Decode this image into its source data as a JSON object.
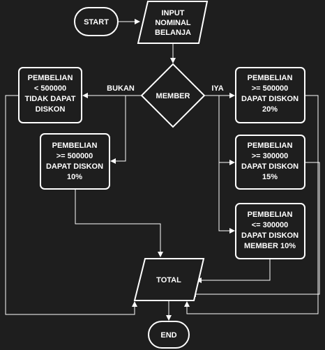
{
  "diagram": {
    "nodes": {
      "start": "START",
      "input": [
        "INPUT",
        "NOMINAL",
        "BELANJA"
      ],
      "member": "MEMBER",
      "non_member_low": [
        "PEMBELIAN",
        "< 500000",
        "TIDAK DAPAT",
        "DISKON"
      ],
      "non_member_high": [
        "PEMBELIAN",
        ">= 500000",
        "DAPAT DISKON",
        "10%"
      ],
      "member_20": [
        "PEMBELIAN",
        ">= 500000",
        "DAPAT DISKON",
        "20%"
      ],
      "member_15": [
        "PEMBELIAN",
        ">= 300000",
        "DAPAT DISKON",
        "15%"
      ],
      "member_10": [
        "PEMBELIAN",
        "<= 300000",
        "DAPAT DISKON",
        "MEMBER 10%"
      ],
      "total": "TOTAL",
      "end": "END"
    },
    "edge_labels": {
      "no": "BUKAN",
      "yes": "IYA"
    },
    "colors": {
      "background": "#1e1e1e",
      "stroke": "#ffffff",
      "text": "#ffffff"
    }
  }
}
